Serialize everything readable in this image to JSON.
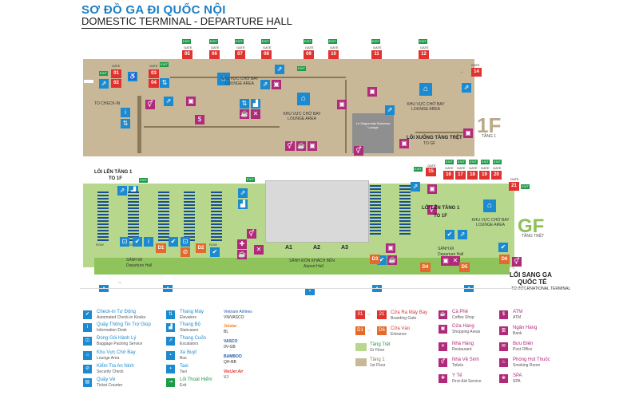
{
  "header": {
    "title_vi": "SƠ ĐỒ GA ĐI QUỐC NỘI",
    "title_en": "DOMESTIC TERMINAL - DEPARTURE HALL"
  },
  "floors": {
    "upper": {
      "label": "1F",
      "sub": "TẦNG 1"
    },
    "ground": {
      "label": "GF",
      "sub": "TẦNG TRỆT"
    }
  },
  "gates_1f_top": [
    "05",
    "06",
    "07",
    "08",
    "09",
    "10",
    "11",
    "12"
  ],
  "gates_1f_left": [
    "01",
    "02",
    "03",
    "04"
  ],
  "gate_14": "14",
  "gates_gf_top": [
    "15",
    "16",
    "17",
    "18",
    "19",
    "20"
  ],
  "gate_21": "21",
  "gate_caption": "GATE",
  "exit_label": "EXIT",
  "zones_1f": {
    "lounge_a_vi": "KHU VỰC CHỜ BAY",
    "lounge_a_en": "LOUNGE AREA",
    "lounge_b_vi": "KHU VỰC CHỜ BAY",
    "lounge_b_en": "LOUNGE AREA",
    "lounge_c_vi": "KHU VỰC CHỜ BAY",
    "lounge_c_en": "LOUNGE AREA",
    "business_lounge": "Le Saigonnais Business Lounge",
    "to_gf_vi": "LỐI XUỐNG TẦNG TRỆT",
    "to_gf_en": "TO GF",
    "to_check_in": "TO CHECK-IN"
  },
  "zones_gf": {
    "to_1f_left_vi": "LỐI LÊN TẦNG 1",
    "to_1f_left_en": "TO 1F",
    "to_1f_right_vi": "LỐI LÊN TẦNG 1",
    "to_1f_right_en": "TO 1F",
    "lounge_vi": "KHU VỰC CHỜ BAY",
    "lounge_en": "LOUNGE AREA",
    "departure_hall_right_vi": "SẢNH ĐI",
    "departure_hall_right_en": "Departure Hall",
    "departure_hall_left_vi": "SẢNH ĐI",
    "departure_hall_left_en": "Departure Hall",
    "airport_hall_vi": "SẢNH ĐÓN KHÁCH BÊN",
    "airport_hall_en": "Airport Hall",
    "row_label": "ROW"
  },
  "check_in_areas": [
    "A1",
    "A2",
    "A3"
  ],
  "entrances": [
    "D1",
    "D2",
    "D3",
    "D4",
    "D5",
    "D6"
  ],
  "to_international": {
    "vi_line1": "LỐI SANG GA",
    "vi_line2": "QUỐC TẾ",
    "en": "TO INTERNATIONAL TERMINAL"
  },
  "legend": {
    "col1": [
      {
        "vi": "Check-in Tự Động",
        "en": "Automated Check-in Kiosks",
        "icon": "check-icon"
      },
      {
        "vi": "Quầy Thông Tin Trợ Giúp",
        "en": "Information Desk",
        "icon": "info-icon"
      },
      {
        "vi": "Đóng Gói Hành Lý",
        "en": "Baggage Packing Service",
        "icon": "baggage-icon"
      },
      {
        "vi": "Khu Vực Chờ Bay",
        "en": "Lounge Area",
        "icon": "lounge-icon"
      },
      {
        "vi": "Kiểm Tra An Ninh",
        "en": "Security Check",
        "icon": "security-icon"
      },
      {
        "vi": "Quầy Vé",
        "en": "Ticket Counter",
        "icon": "ticket-icon"
      }
    ],
    "col2": [
      {
        "vi": "Thang Máy",
        "en": "Elevators",
        "icon": "elevator-icon"
      },
      {
        "vi": "Thang Bộ",
        "en": "Staircases",
        "icon": "stairs-icon"
      },
      {
        "vi": "Thang Cuốn",
        "en": "Escalators",
        "icon": "escalator-icon"
      },
      {
        "vi": "Xe Buýt",
        "en": "Bus",
        "icon": "bus-icon"
      },
      {
        "vi": "Taxi",
        "en": "Taxi",
        "icon": "taxi-icon"
      },
      {
        "vi": "Lối Thoát Hiểm",
        "en": "Exit",
        "icon": "exit-icon"
      }
    ],
    "airlines": [
      {
        "name": "Vietnam Airlines",
        "code": "VN/VASCO"
      },
      {
        "name": "Jetstar",
        "code": "BL"
      },
      {
        "name": "VASCO",
        "code": "0V-GB"
      },
      {
        "name": "BAMBOO",
        "code": "QH-BB"
      },
      {
        "name": "VietJet Air",
        "code": "VJ"
      }
    ],
    "col4": [
      {
        "vi": "Cửa Ra Máy Bay",
        "en": "Boarding Gate",
        "icon": "gate-icon",
        "badge_a": "01",
        "badge_b": "21"
      },
      {
        "vi": "Cửa Vào",
        "en": "Entrance",
        "icon": "entrance-icon",
        "badge_a": "D1",
        "badge_b": "D6"
      },
      {
        "vi": "Tầng Trệt",
        "en": "Gr Floor",
        "icon": "gf-swatch"
      },
      {
        "vi": "Tầng 1",
        "en": "1st Floor",
        "icon": "1f-swatch"
      }
    ],
    "col5": [
      {
        "vi": "Cà Phê",
        "en": "Coffee Shop",
        "icon": "coffee-icon"
      },
      {
        "vi": "Cửa Hàng",
        "en": "Shopping Areas",
        "icon": "shop-icon"
      },
      {
        "vi": "Nhà Hàng",
        "en": "Restaurant",
        "icon": "restaurant-icon"
      },
      {
        "vi": "Nhà Vệ Sinh",
        "en": "Toilets",
        "icon": "wc-icon"
      },
      {
        "vi": "Y Tế",
        "en": "First-Aid Service",
        "icon": "medical-icon"
      }
    ],
    "col6": [
      {
        "vi": "ATM",
        "en": "ATM",
        "icon": "atm-icon"
      },
      {
        "vi": "Ngân Hàng",
        "en": "Bank",
        "icon": "bank-icon"
      },
      {
        "vi": "Bưu Điện",
        "en": "Post Office",
        "icon": "post-icon"
      },
      {
        "vi": "Phòng Hút Thuốc",
        "en": "Smoking Room",
        "icon": "smoking-icon"
      },
      {
        "vi": "SPA",
        "en": "SPA",
        "icon": "spa-icon"
      }
    ]
  },
  "colors": {
    "gate_red": "#e03330",
    "entrance_orange": "#e36a2c",
    "gf_green": "#b7d88c",
    "f1_tan": "#c8b898",
    "icon_blue": "#1b8ad0",
    "service_magenta": "#b02a7a",
    "exit_green": "#1e9a48"
  }
}
